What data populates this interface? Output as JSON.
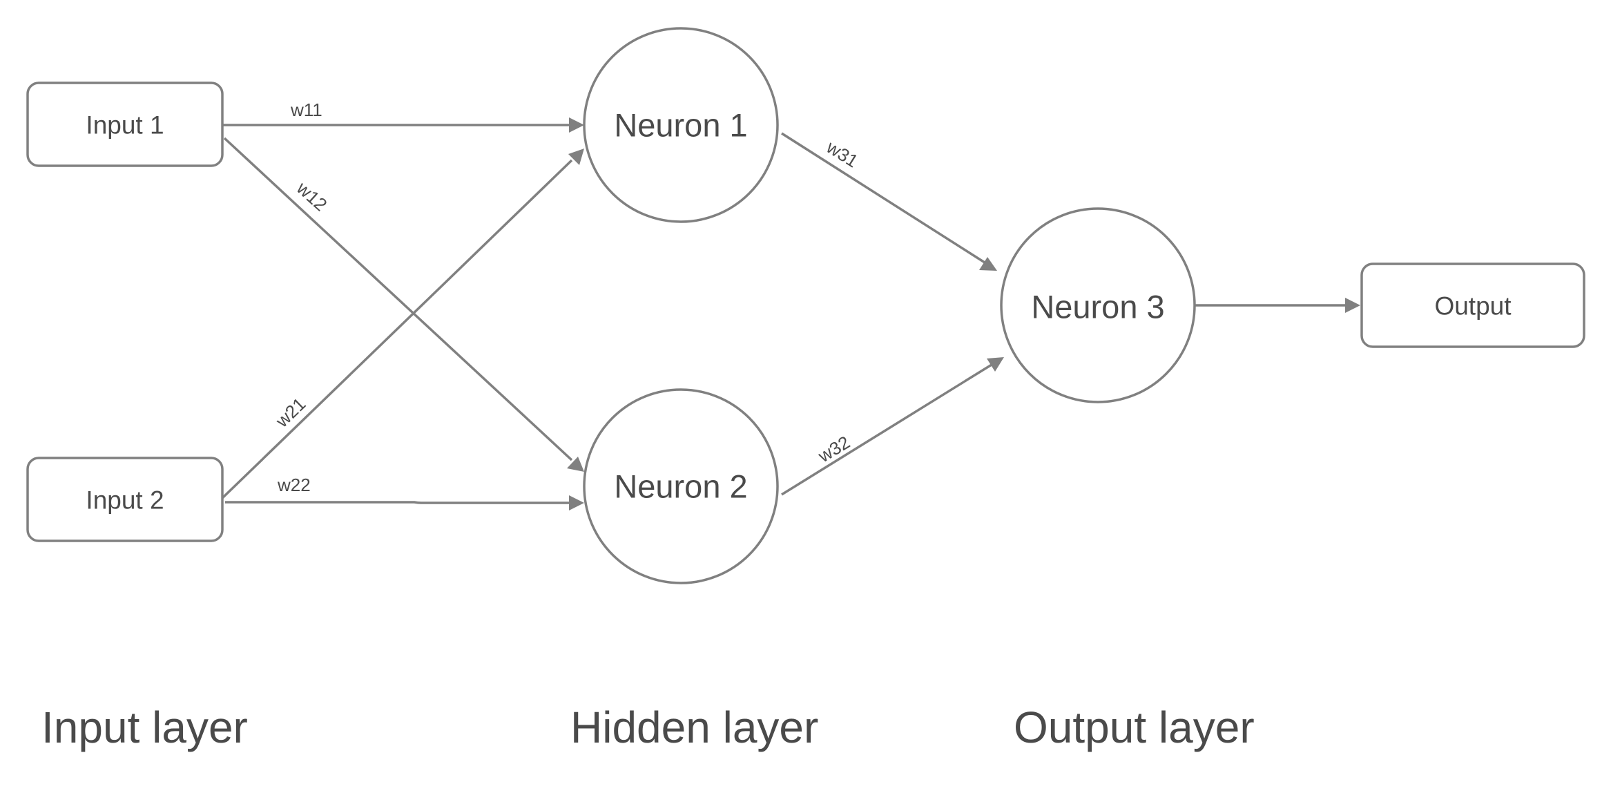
{
  "nodes": {
    "input1": "Input 1",
    "input2": "Input 2",
    "neuron1": "Neuron 1",
    "neuron2": "Neuron 2",
    "neuron3": "Neuron 3",
    "output": "Output"
  },
  "weights": {
    "w11": "w11",
    "w12": "w12",
    "w21": "w21",
    "w22": "w22",
    "w31": "w31",
    "w32": "w32"
  },
  "layers": {
    "input": "Input layer",
    "hidden": "Hidden layer",
    "output": "Output layer"
  },
  "colors": {
    "stroke": "#808080",
    "text": "#4a4a4a",
    "background": "#ffffff"
  }
}
